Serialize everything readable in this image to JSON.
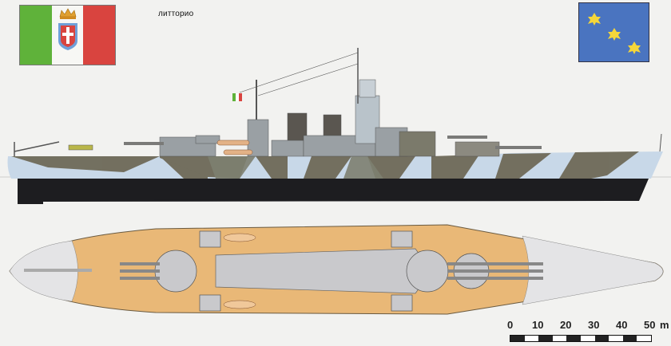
{
  "title": "литторио",
  "flags": {
    "ensign": {
      "name": "Italian naval ensign (Kingdom of Italy)",
      "colors": {
        "green": "#5fb23a",
        "white": "#f7f7f4",
        "red": "#d9443f",
        "shield": "#d9443f",
        "shield_border": "#6f9fd8",
        "crown": "#e0a030"
      }
    },
    "command_flag": {
      "name": "Admiral's flag",
      "stars": 3,
      "colors": {
        "field": "#4a74c0",
        "star": "#f5d63a"
      }
    }
  },
  "views": {
    "profile": {
      "label": "side-profile-view",
      "camouflage_colors": [
        "#6f6a58",
        "#c8d8e8",
        "#7d7f70"
      ],
      "hull_bottom": "#1d1d20"
    },
    "plan": {
      "label": "deck-plan-view",
      "deck_color": "#e9b877",
      "forecastle_color": "#e4e4e6"
    }
  },
  "scale_bar": {
    "ticks": [
      "0",
      "10",
      "20",
      "30",
      "40",
      "50"
    ],
    "unit": "m",
    "last_label": "50 m"
  }
}
